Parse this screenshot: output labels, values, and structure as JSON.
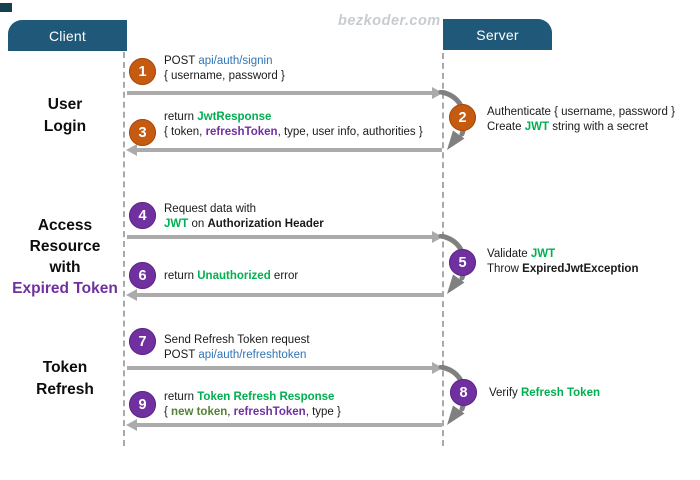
{
  "header": {
    "client_label": "Client",
    "server_label": "Server"
  },
  "watermark": "bezkoder.com",
  "sections": {
    "login": {
      "l1": "User",
      "l2": "Login"
    },
    "access": {
      "l1": "Access",
      "l2": "Resource",
      "l3": "with",
      "l4": "Expired Token"
    },
    "refresh": {
      "l1": "Token",
      "l2": "Refresh"
    }
  },
  "steps": {
    "s1": {
      "num": "1",
      "l1a": "POST ",
      "l1b": "api/auth/signin",
      "l2a": "{ username, password }"
    },
    "s2": {
      "num": "2",
      "l1a": "Authenticate { username, password }",
      "l2a": "Create ",
      "l2b": "JWT",
      "l2c": " string with a secret"
    },
    "s3": {
      "num": "3",
      "l1a": "return ",
      "l1b": "JwtResponse",
      "l2a": "{ token, ",
      "l2b": "refreshToken",
      "l2c": ", type, user info, authorities }"
    },
    "s4": {
      "num": "4",
      "l1a": "Request data with",
      "l2a": "JWT",
      "l2b": " on ",
      "l2c": "Authorization Header"
    },
    "s5": {
      "num": "5",
      "l1a": "Validate ",
      "l1b": "JWT",
      "l2a": "Throw ",
      "l2b": "ExpiredJwtException"
    },
    "s6": {
      "num": "6",
      "l1a": "return ",
      "l1b": "Unauthorized",
      "l1c": " error"
    },
    "s7": {
      "num": "7",
      "l1a": "Send Refresh Token request",
      "l2a": "POST ",
      "l2b": "api/auth/refreshtoken"
    },
    "s8": {
      "num": "8",
      "l1a": "Verify ",
      "l1b": "Refresh Token"
    },
    "s9": {
      "num": "9",
      "l1a": "return ",
      "l1b": "Token Refresh Response",
      "l2a": "{ ",
      "l2b": "new token",
      "l2c": ", ",
      "l2d": "refreshToken",
      "l2e": ", type }"
    }
  },
  "colors": {
    "header_bg": "#1F5878",
    "corner_accent": "#17404F",
    "orange_step": "#C55A11",
    "purple_step": "#7030A0",
    "green_text": "#00B050",
    "blue_text": "#2E75B6",
    "olive_text": "#538135",
    "purple_text": "#7030A0",
    "message_arrow_gray": "#ABABAB",
    "self_arrow_gray": "#808080",
    "lifeline_gray": "#A9A9A9",
    "watermark_gray": "#C8CCD0"
  }
}
